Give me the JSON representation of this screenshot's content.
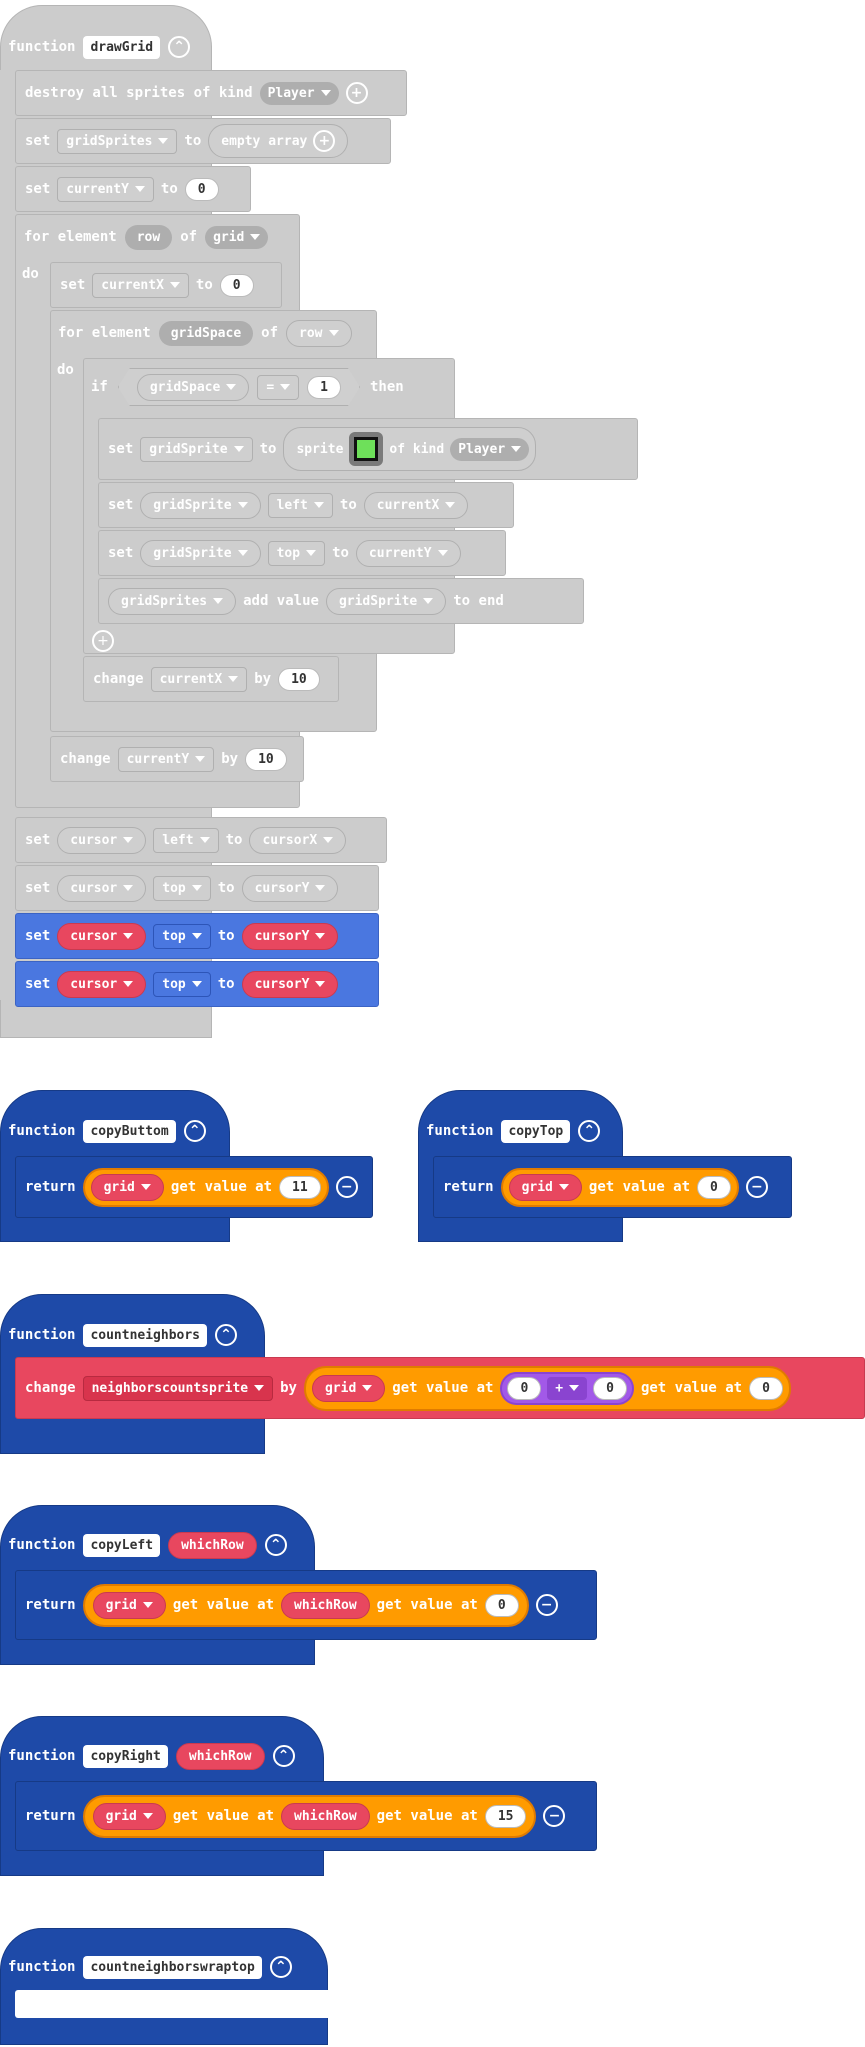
{
  "drawGrid": {
    "function_kw": "function",
    "name": "drawGrid",
    "destroy": {
      "text": "destroy all sprites of kind",
      "kind": "Player"
    },
    "set_gridSprites": {
      "kw": "set",
      "var": "gridSprites",
      "to": "to",
      "value": "empty array"
    },
    "set_currentY": {
      "kw": "set",
      "var": "currentY",
      "to": "to",
      "value": "0"
    },
    "for_row": {
      "kw": "for element",
      "item": "row",
      "of": "of",
      "list": "grid",
      "do": "do"
    },
    "set_currentX": {
      "kw": "set",
      "var": "currentX",
      "to": "to",
      "value": "0"
    },
    "for_space": {
      "kw": "for element",
      "item": "gridSpace",
      "of": "of",
      "list": "row",
      "do": "do"
    },
    "if": {
      "kw": "if",
      "var": "gridSpace",
      "op": "=",
      "value": "1",
      "then": "then"
    },
    "set_sprite": {
      "kw": "set",
      "var": "gridSprite",
      "to": "to",
      "sprite": "sprite",
      "ofkind": "of kind",
      "kind": "Player"
    },
    "set_left": {
      "kw": "set",
      "var": "gridSprite",
      "prop": "left",
      "to": "to",
      "value": "currentX"
    },
    "set_top": {
      "kw": "set",
      "var": "gridSprite",
      "prop": "top",
      "to": "to",
      "value": "currentY"
    },
    "add_value": {
      "list": "gridSprites",
      "mid": "add value",
      "var": "gridSprite",
      "end": "to end"
    },
    "change_x": {
      "kw": "change",
      "var": "currentX",
      "by": "by",
      "value": "10"
    },
    "change_y": {
      "kw": "change",
      "var": "currentY",
      "by": "by",
      "value": "10"
    },
    "cursor_left": {
      "kw": "set",
      "var": "cursor",
      "prop": "left",
      "to": "to",
      "value": "cursorX"
    },
    "cursor_top": {
      "kw": "set",
      "var": "cursor",
      "prop": "top",
      "to": "to",
      "value": "cursorY"
    },
    "cursor_top_hl1": {
      "kw": "set",
      "var": "cursor",
      "prop": "top",
      "to": "to",
      "value": "cursorY"
    },
    "cursor_top_hl2": {
      "kw": "set",
      "var": "cursor",
      "prop": "top",
      "to": "to",
      "value": "cursorY"
    }
  },
  "copyButtom": {
    "function_kw": "function",
    "name": "copyButtom",
    "return": "return",
    "var": "grid",
    "get": "get value at",
    "index": "11"
  },
  "copyTop": {
    "function_kw": "function",
    "name": "copyTop",
    "return": "return",
    "var": "grid",
    "get": "get value at",
    "index": "0"
  },
  "countneighbors": {
    "function_kw": "function",
    "name": "countneighbors",
    "change": "change",
    "var": "neighborscountsprite",
    "by": "by",
    "grid": "grid",
    "get1": "get value at",
    "a": "0",
    "op": "+",
    "b": "0",
    "get2": "get value at",
    "c": "0"
  },
  "copyLeft": {
    "function_kw": "function",
    "name": "copyLeft",
    "param": "whichRow",
    "return": "return",
    "var": "grid",
    "get1": "get value at",
    "row": "whichRow",
    "get2": "get value at",
    "index": "0"
  },
  "copyRight": {
    "function_kw": "function",
    "name": "copyRight",
    "param": "whichRow",
    "return": "return",
    "var": "grid",
    "get1": "get value at",
    "row": "whichRow",
    "get2": "get value at",
    "index": "15"
  },
  "countneighborswraptop": {
    "function_kw": "function",
    "name": "countneighborswraptop"
  },
  "colors": {
    "disabled": "#cccccc",
    "function_blue": "#1e4aa8",
    "highlight_blue": "#4a77e0",
    "variable_red": "#e8475f",
    "array_orange": "#ff9b00",
    "math_purple": "#a259e8"
  }
}
